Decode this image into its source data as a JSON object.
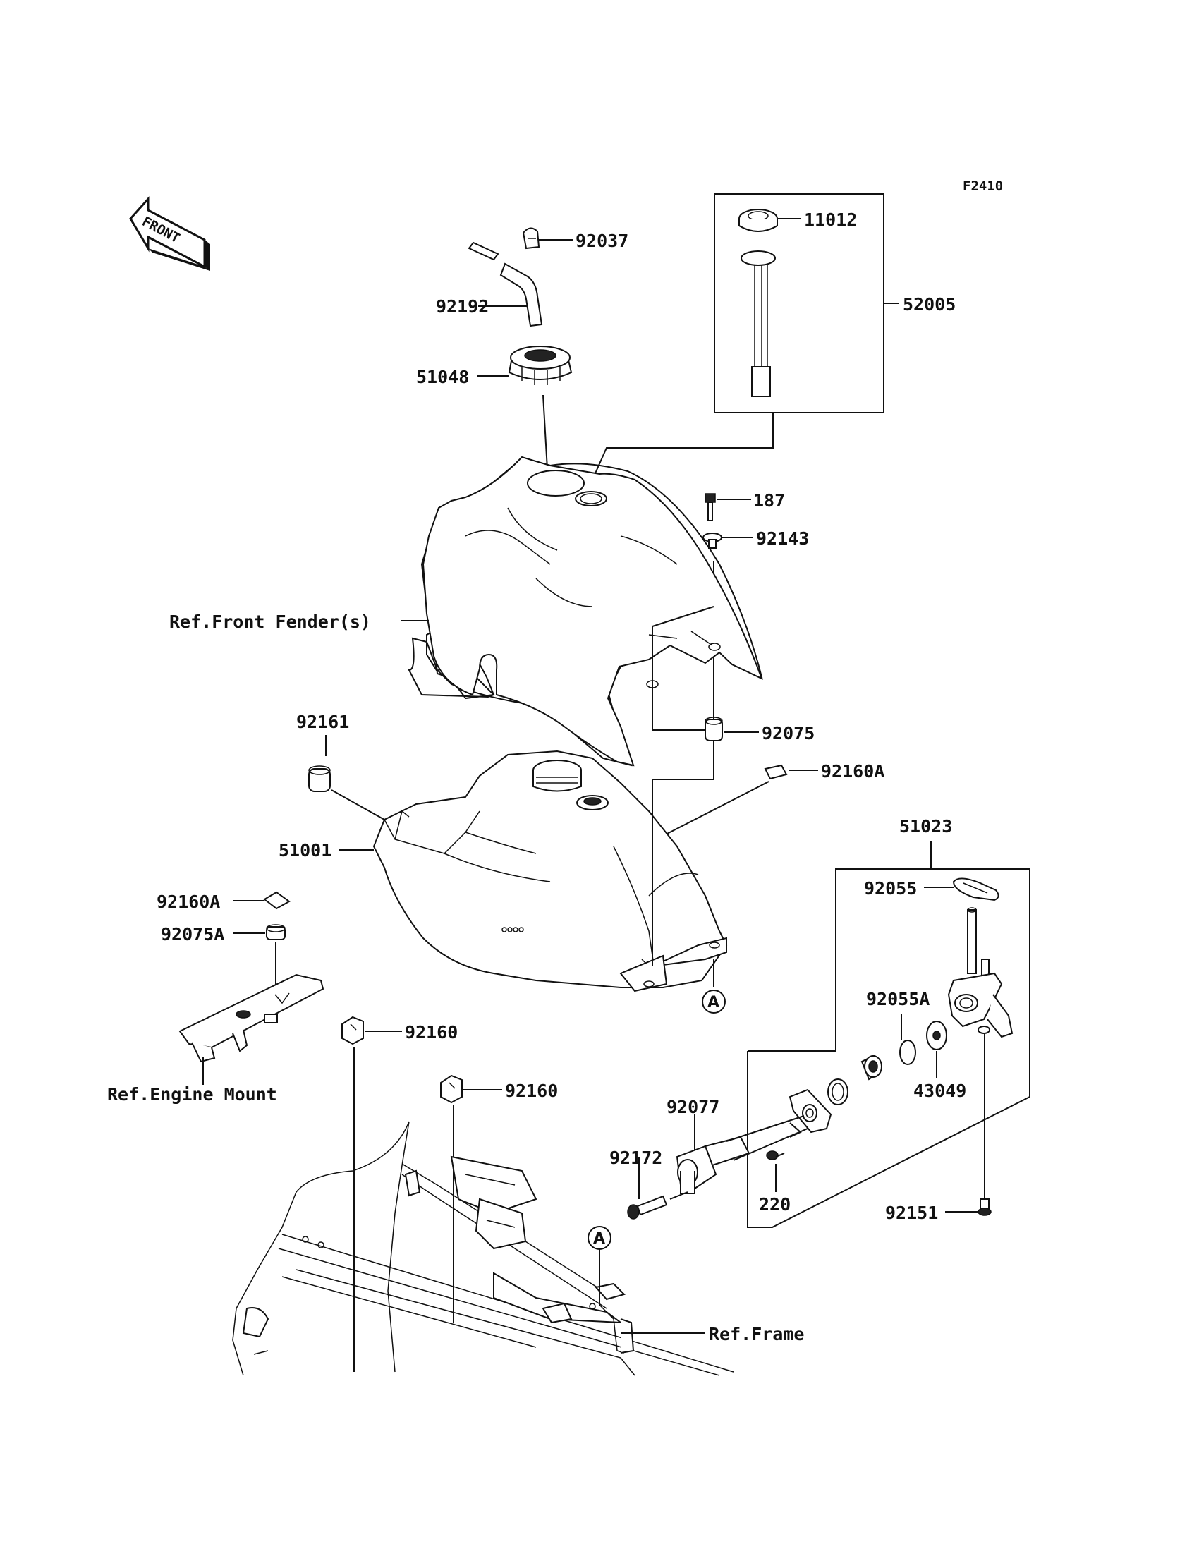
{
  "diagram_code": "F2410",
  "front_arrow_label": "FRONT",
  "reference_marker": "A",
  "parts": {
    "p92037": "92037",
    "p11012": "11012",
    "p92192": "92192",
    "p52005": "52005",
    "p51048": "51048",
    "p187": "187",
    "p92143": "92143",
    "ref_front_fender": "Ref.Front Fender(s)",
    "p92161": "92161",
    "p92075": "92075",
    "p92160A_top": "92160A",
    "p51023": "51023",
    "p51001": "51001",
    "p92055": "92055",
    "p92160A_left": "92160A",
    "p92075A": "92075A",
    "p92055A": "92055A",
    "p92160_a": "92160",
    "ref_engine_mount": "Ref.Engine Mount",
    "p43049": "43049",
    "p92160_b": "92160",
    "p92077": "92077",
    "p92172": "92172",
    "p220": "220",
    "p92151": "92151",
    "ref_frame": "Ref.Frame"
  }
}
